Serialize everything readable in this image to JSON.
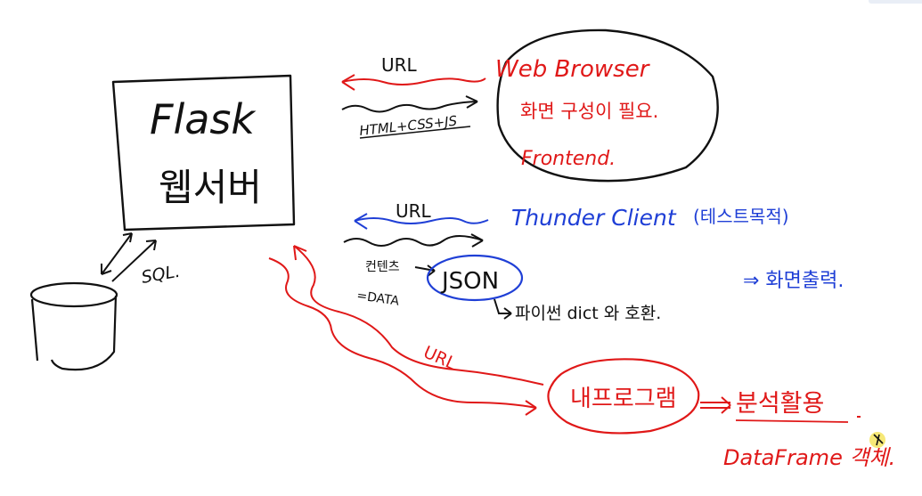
{
  "server": {
    "title": "Flask",
    "subtitle": "웹서버"
  },
  "db_link": {
    "label": "SQL."
  },
  "browser_flow": {
    "request_label": "URL",
    "response_label": "HTML+CSS+JS",
    "client_name": "Web Browser",
    "client_note": "화면 구성이 필요.",
    "client_role": "Frontend."
  },
  "api_flow": {
    "request_label": "URL",
    "client_name": "Thunder Client",
    "client_note": "(테스트목적)",
    "response_label_1": "컨텐츠",
    "response_label_2": "=DATA",
    "format": "JSON",
    "format_note": "파이썬 dict 와 호환.",
    "display_note": "⇒ 화면출력."
  },
  "program_flow": {
    "request_label": "URL",
    "client_name": "내프로그램",
    "usage": "분석활용",
    "usage_detail": "DataFrame 객체."
  },
  "colors": {
    "ink": "#111111",
    "red": "#e01818",
    "blue": "#1f3fd6"
  }
}
